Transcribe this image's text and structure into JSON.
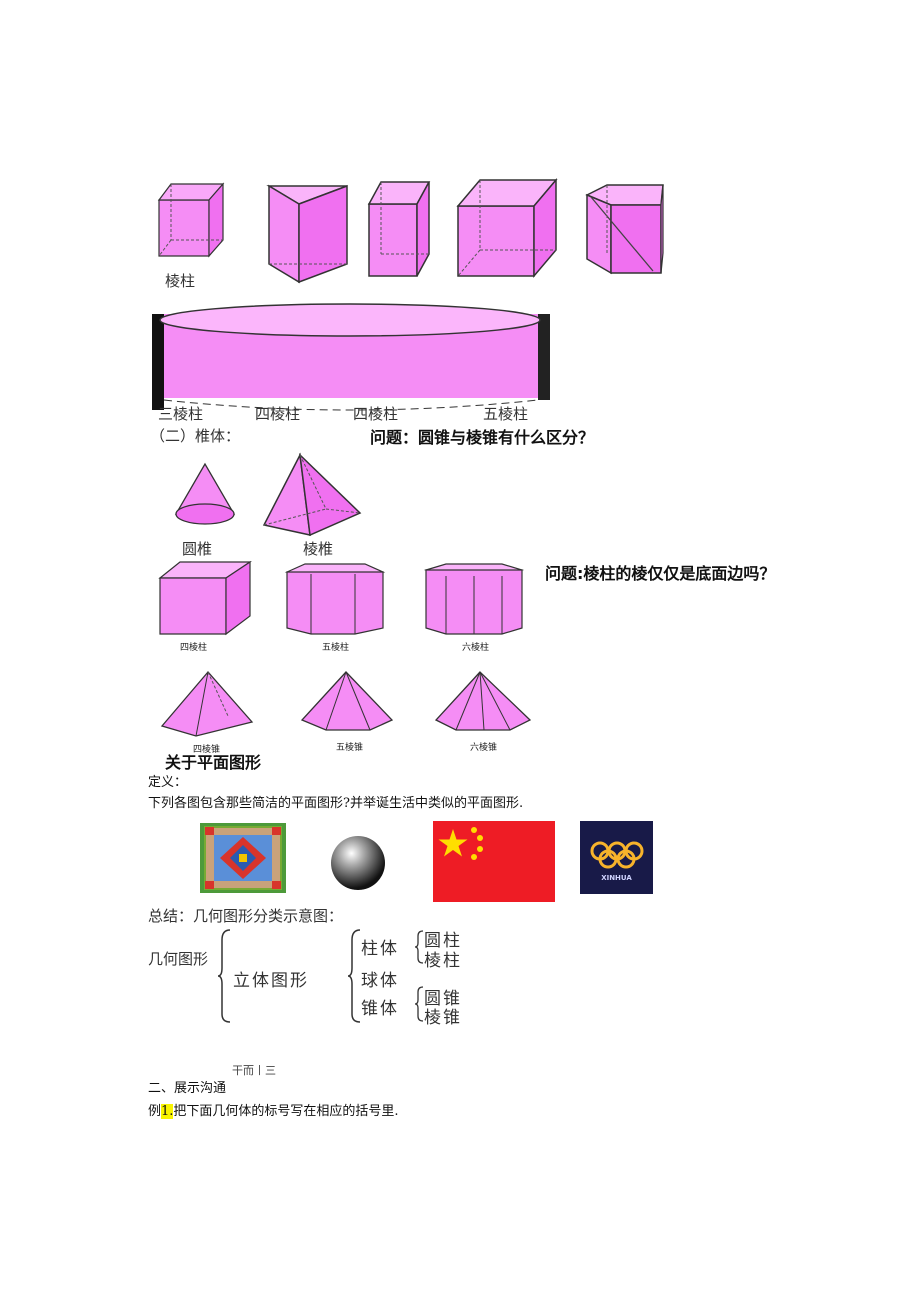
{
  "prisms_row": {
    "label_prism": "棱柱",
    "labels": [
      "三棱柱",
      "四棱柱",
      "四棱柱",
      "五棱柱"
    ]
  },
  "section_pyramids": {
    "heading": "（二）椎体：",
    "question": "问题：圆锥与棱锥有什么区分？",
    "cone_label": "圆椎",
    "pyramid_label": "棱椎"
  },
  "prism_set": {
    "question": "问题:棱柱的棱仅仅是底面边吗？",
    "labels": [
      "四棱柱",
      "五棱柱",
      "六棱柱"
    ],
    "pyramid_labels": [
      "四棱锥",
      "五棱锥",
      "六棱锥"
    ]
  },
  "plane_figures": {
    "heading": "关于平面图形",
    "definition": "定义：",
    "prompt": "下列各图包含那些简洁的平面图形?并举诞生活中类似的平面图形.",
    "olympic_caption": "XINHUA"
  },
  "summary": {
    "title": "总结：几何图形分类示意图：",
    "root": "几何图形",
    "solid": "立体图形",
    "columns": "柱体",
    "cylinder": "圆柱",
    "prism": "棱柱",
    "sphere": "球体",
    "cones": "锥体",
    "cone": "圆锥",
    "pyramid": "棱锥",
    "plane_fragment": "干而丨三"
  },
  "section_two": {
    "heading": "二、展示沟通",
    "example_prefix": "例",
    "example_number": "1.",
    "example_text": "把下面几何体的标号写在相应的括号里."
  },
  "colors": {
    "solid_fill": "#f58df5",
    "solid_fill_light": "#fbb6fb",
    "flag_red": "#ee1c25",
    "star_yellow": "#ffde00",
    "highlight": "#f8f400"
  }
}
